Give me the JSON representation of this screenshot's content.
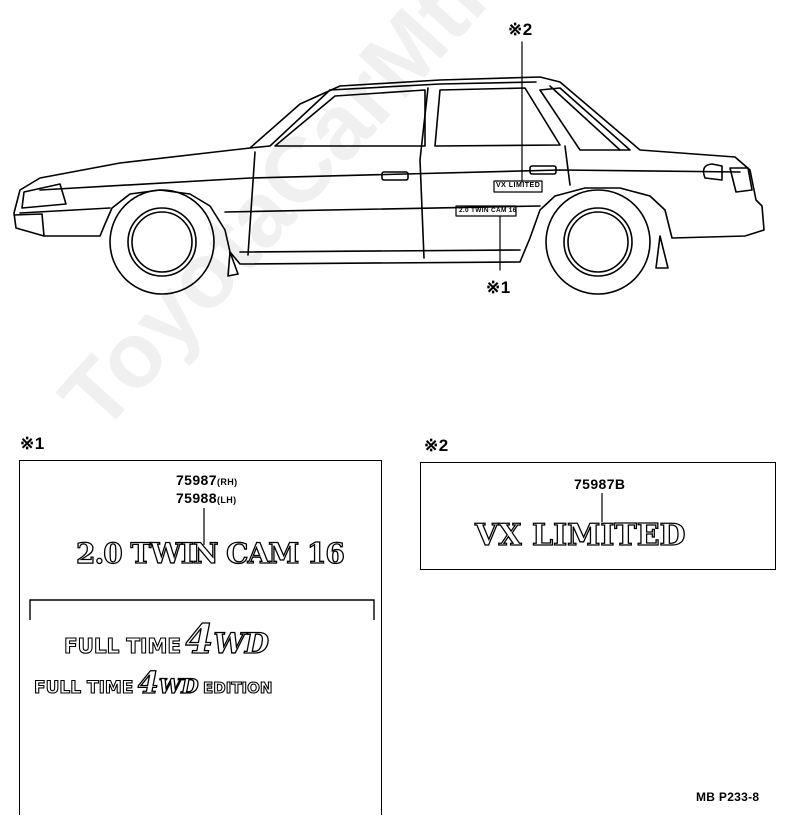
{
  "watermark": "ToyotaCarMtrl.ru",
  "callouts": {
    "top_2": "※2",
    "side_1": "※1"
  },
  "car_badges": {
    "rear_quarter": "VX LIMITED",
    "door": "2.0 TWIN CAM 16"
  },
  "panel_1": {
    "ref": "※1",
    "part_rh": "75987",
    "part_rh_suffix": "(RH)",
    "part_lh": "75988",
    "part_lh_suffix": "(LH)",
    "emblem_twincam": "2.0 TWIN CAM 16",
    "emblem_4wd_a_prefix": "FULL TIME",
    "emblem_4wd_a_num": "4",
    "emblem_4wd_a_suffix": "WD",
    "emblem_4wd_b_prefix": "FULL TIME",
    "emblem_4wd_b_num": "4",
    "emblem_4wd_b_suffix": "WD",
    "emblem_4wd_b_edition": "EDITION"
  },
  "panel_2": {
    "ref": "※2",
    "part": "75987B",
    "emblem_vx": "VX LIMITED"
  },
  "figure_id": "MB P233-8",
  "colors": {
    "ink": "#000000",
    "paper": "#ffffff"
  }
}
